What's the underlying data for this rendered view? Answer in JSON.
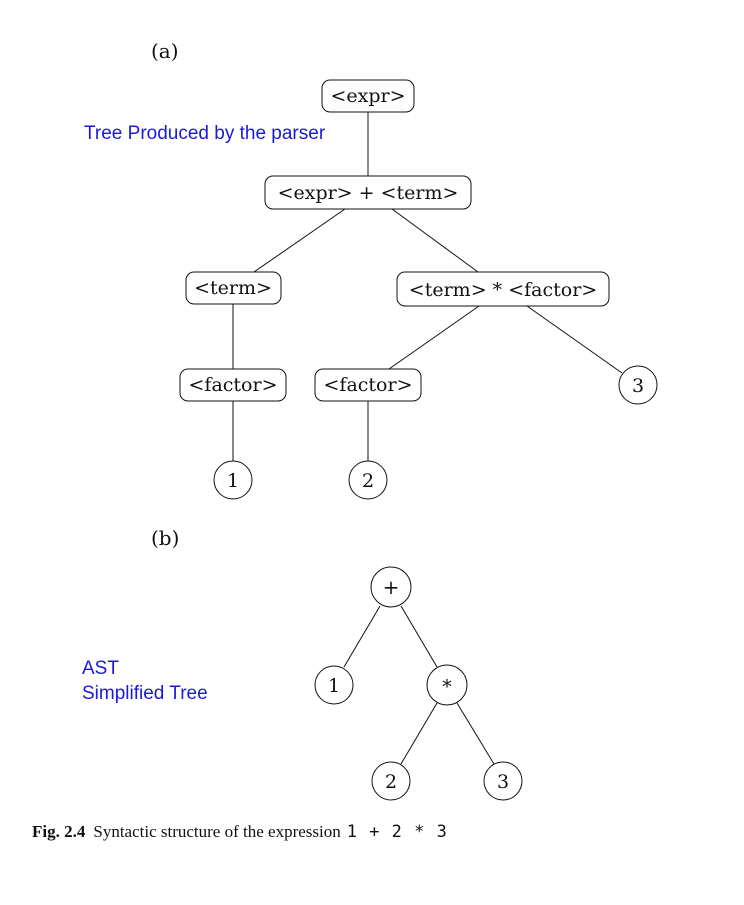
{
  "panel_a": {
    "label": "(a)",
    "annotation": "Tree Produced by the parser",
    "nodes": {
      "expr_root": "<expr>",
      "expr_plus_term": "<expr> + <term>",
      "term_left": "<term>",
      "term_times_factor": "<term> * <factor>",
      "factor_left": "<factor>",
      "factor_mid": "<factor>",
      "leaf_1": "1",
      "leaf_2": "2",
      "leaf_3": "3"
    }
  },
  "panel_b": {
    "label": "(b)",
    "annotation_line1": "AST",
    "annotation_line2": "Simplified Tree",
    "nodes": {
      "plus": "+",
      "one": "1",
      "times": "*",
      "two": "2",
      "three": "3"
    }
  },
  "caption": {
    "figure_label": "Fig. 2.4",
    "text": "Syntactic structure of the expression",
    "expression": "1 + 2 * 3"
  },
  "colors": {
    "annotation": "#1a1adc",
    "ink": "#111111"
  }
}
